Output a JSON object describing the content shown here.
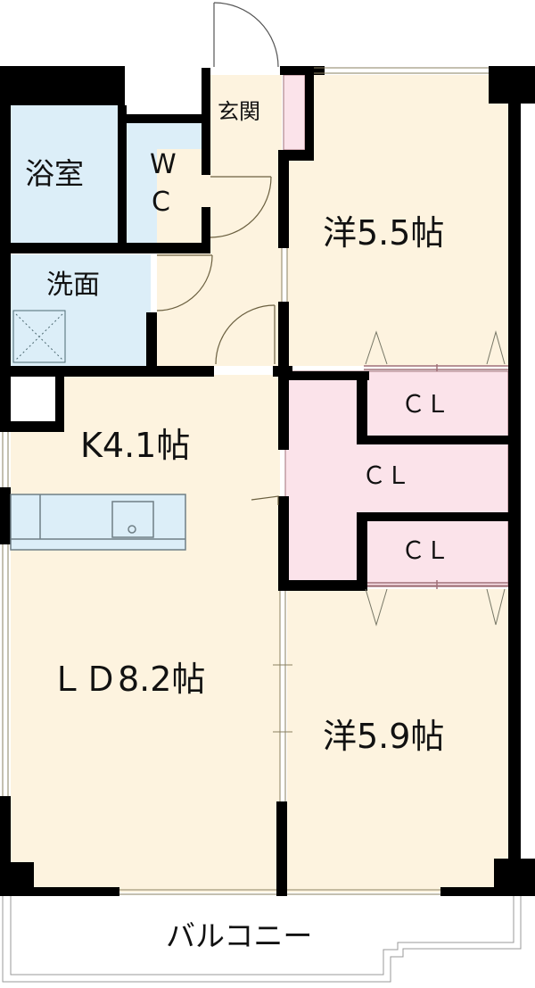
{
  "floorplan": {
    "colors": {
      "wall": "#000000",
      "living_floor": "#fdf3df",
      "wet_area": "#dceef8",
      "closet": "#fbe3ea",
      "balcony": "#ffffff",
      "fixture_line": "#6f7f86"
    },
    "rooms": [
      {
        "id": "bath",
        "label": "浴室"
      },
      {
        "id": "wc",
        "label": "W\nC",
        "label_w": "W",
        "label_c": "C"
      },
      {
        "id": "entrance",
        "label": "玄関"
      },
      {
        "id": "western1",
        "label": "洋5.5帖"
      },
      {
        "id": "washroom",
        "label": "洗面"
      },
      {
        "id": "kitchen",
        "label": "K4.1帖"
      },
      {
        "id": "closet_top",
        "label": "ＣＬ"
      },
      {
        "id": "closet_mid",
        "label": "ＣＬ"
      },
      {
        "id": "closet_bottom",
        "label": "ＣＬ"
      },
      {
        "id": "living_dining",
        "label": "ＬＤ8.2帖"
      },
      {
        "id": "western2",
        "label": "洋5.9帖"
      },
      {
        "id": "balcony",
        "label": "バルコニー"
      }
    ]
  }
}
